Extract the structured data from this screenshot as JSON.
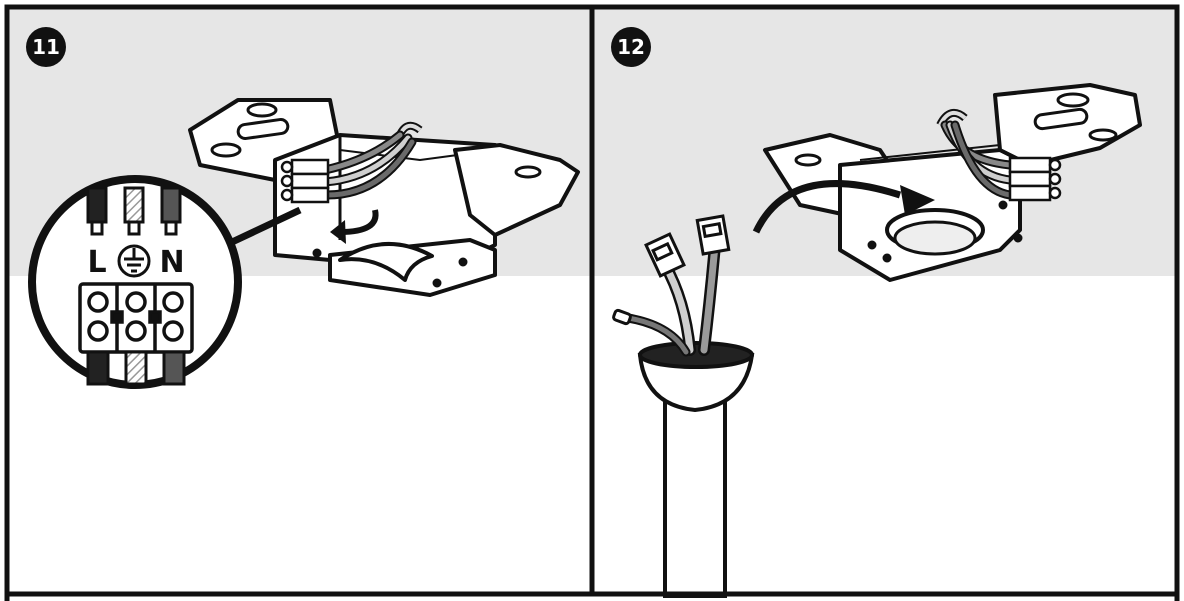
{
  "panels": [
    {
      "step": "11",
      "terminal_labels": {
        "left": "L",
        "right": "N"
      },
      "ground_icon": "earth-ground-icon"
    },
    {
      "step": "12"
    }
  ],
  "colors": {
    "ceiling": "#e6e6e6",
    "wall": "#ffffff",
    "ink": "#111111"
  }
}
